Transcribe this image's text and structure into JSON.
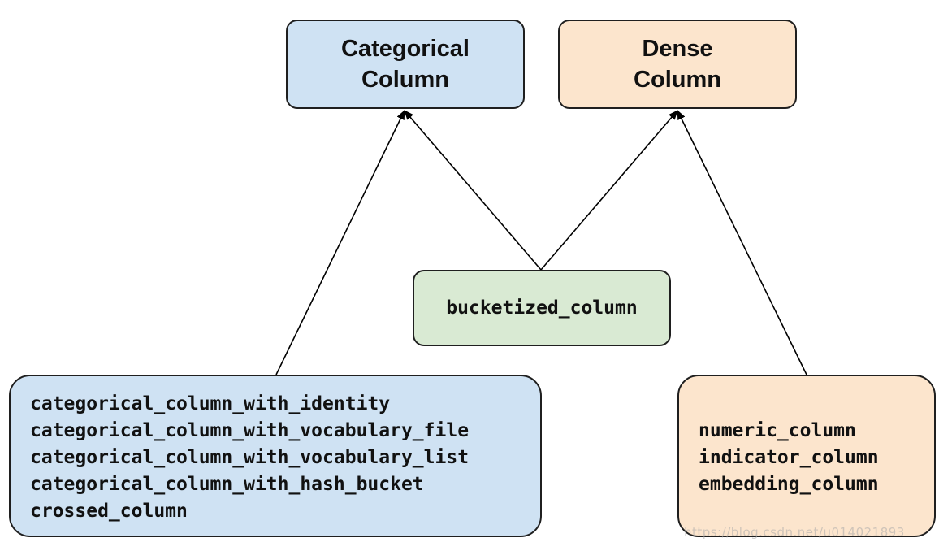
{
  "nodes": {
    "categorical_title": {
      "lines": [
        "Categorical",
        "Column"
      ],
      "fill": "#cfe2f3"
    },
    "dense_title": {
      "lines": [
        "Dense",
        "Column"
      ],
      "fill": "#fce5cd"
    },
    "bucketized": {
      "label": "bucketized_column",
      "fill": "#d9ead3"
    },
    "categorical_list": {
      "items": [
        "categorical_column_with_identity",
        "categorical_column_with_vocabulary_file",
        "categorical_column_with_vocabulary_list",
        "categorical_column_with_hash_bucket",
        "crossed_column"
      ],
      "fill": "#cfe2f3"
    },
    "dense_list": {
      "items": [
        "numeric_column",
        "indicator_column",
        "embedding_column"
      ],
      "fill": "#fce5cd"
    }
  },
  "edges": [
    {
      "from": "categorical_list",
      "to": "categorical_title"
    },
    {
      "from": "bucketized",
      "to": "categorical_title"
    },
    {
      "from": "bucketized",
      "to": "dense_title"
    },
    {
      "from": "dense_list",
      "to": "dense_title"
    }
  ],
  "watermark": "https://blog.csdn.net/u014021893"
}
